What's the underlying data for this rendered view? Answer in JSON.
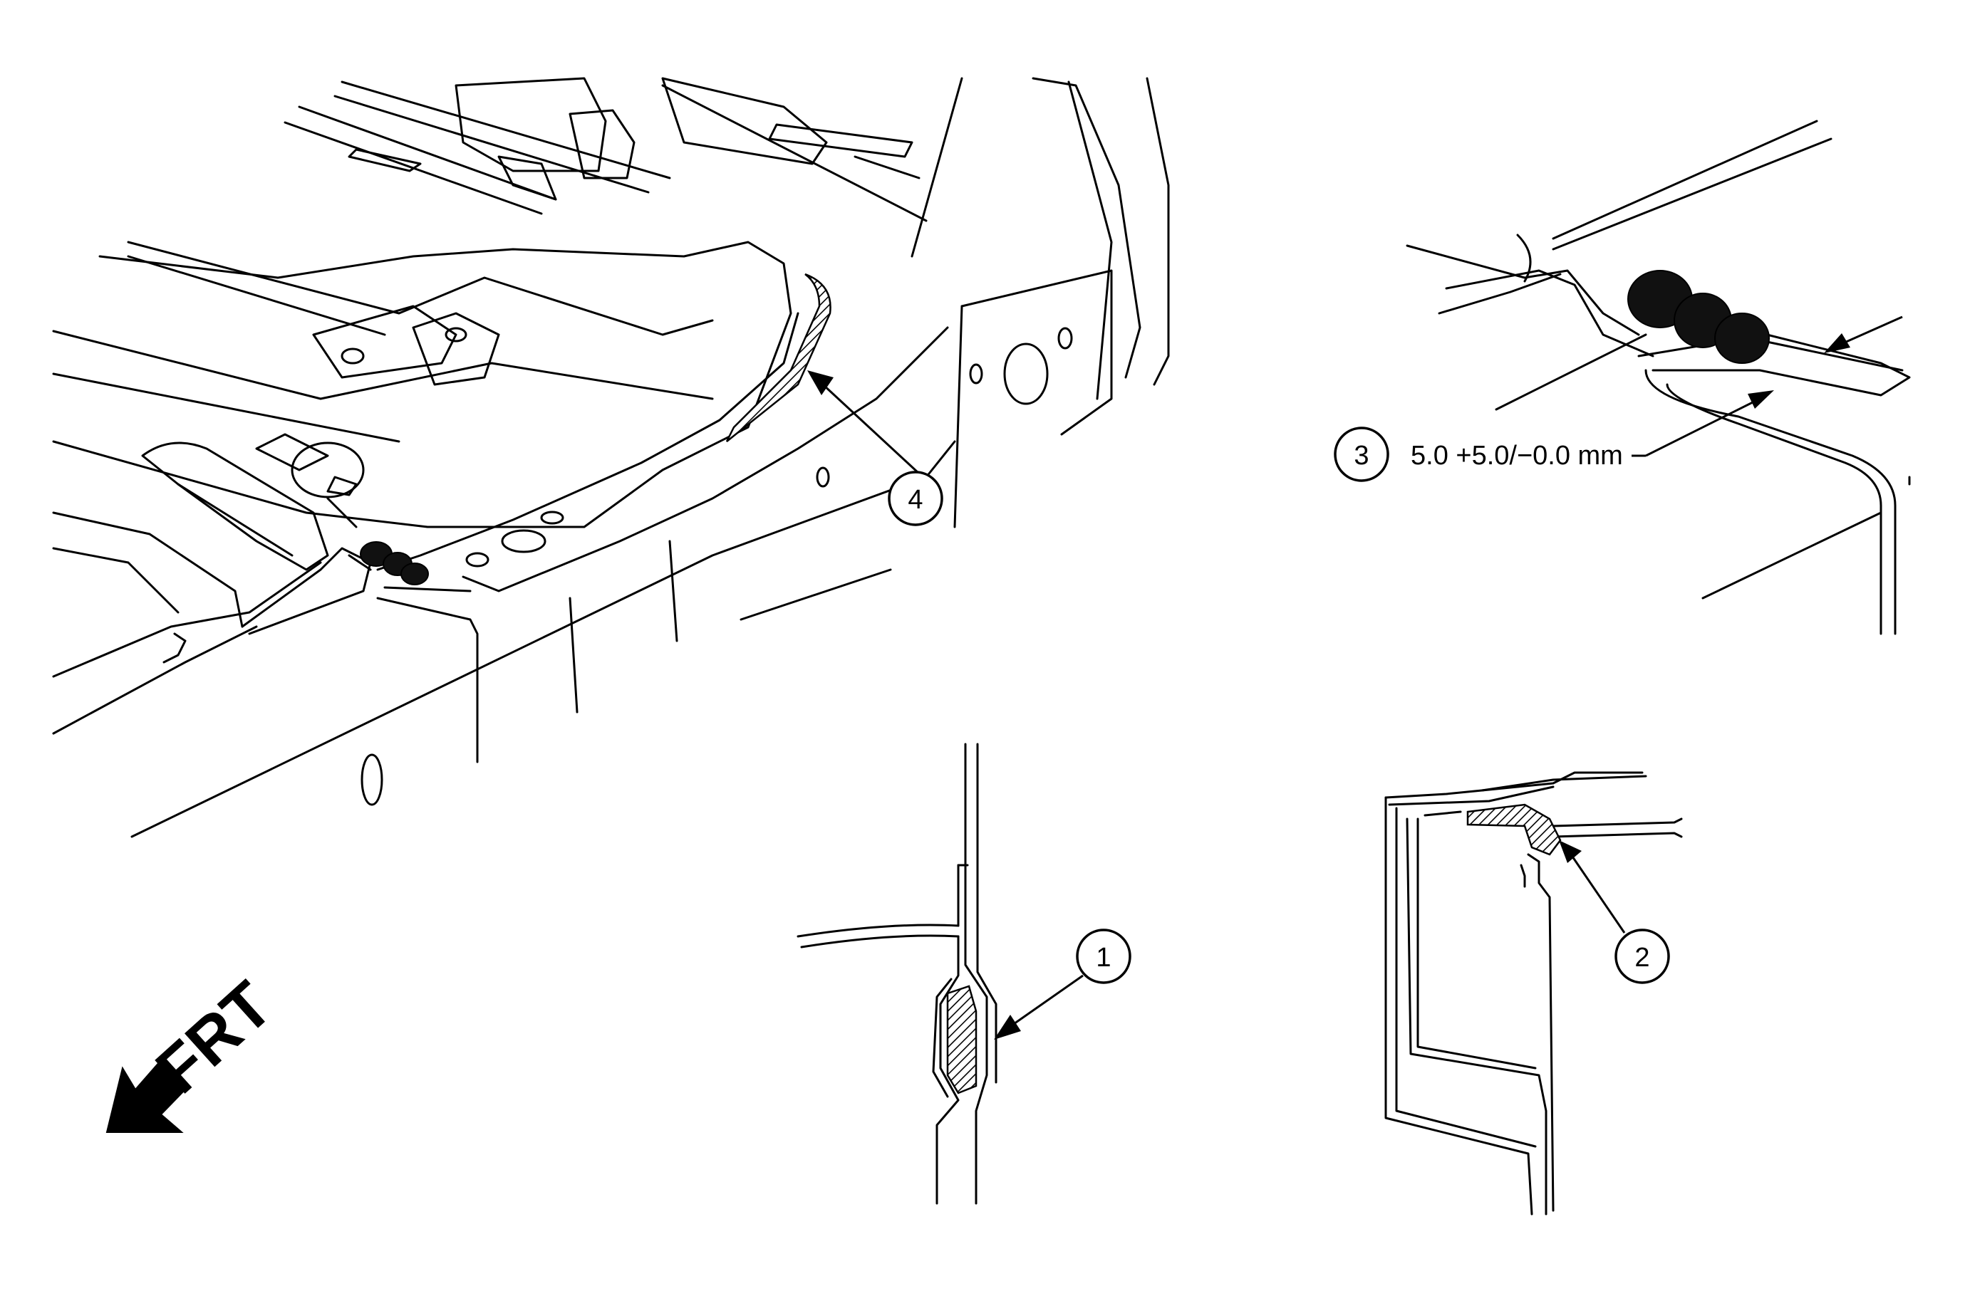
{
  "callouts": [
    {
      "id": "callout-1",
      "label": "1"
    },
    {
      "id": "callout-2",
      "label": "2"
    },
    {
      "id": "callout-3",
      "label": "3"
    },
    {
      "id": "callout-4",
      "label": "4"
    }
  ],
  "dimension_text": "5.0 +5.0/−0.0 mm",
  "direction_label": "FRT",
  "colors": {
    "line": "#000000",
    "background": "#ffffff",
    "sealant_fill": "#111111"
  }
}
